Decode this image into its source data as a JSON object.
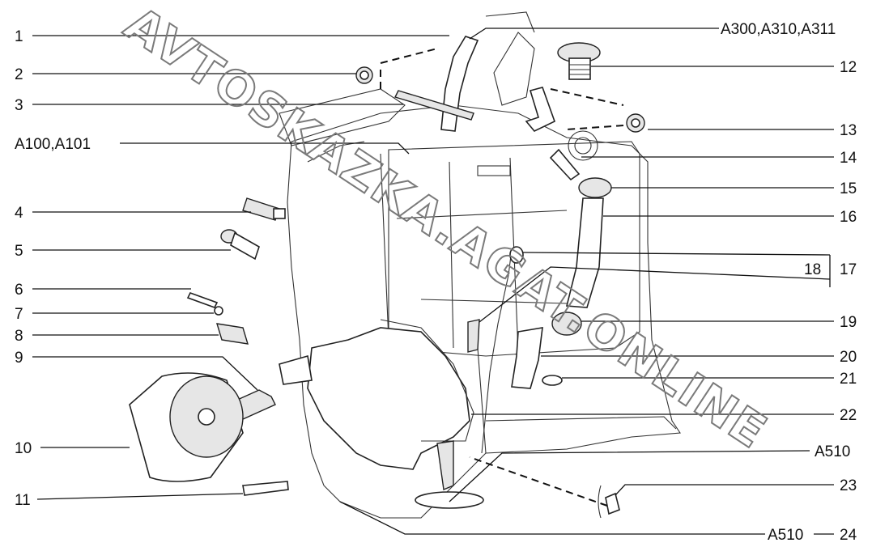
{
  "callouts": {
    "c1": "1",
    "c2": "2",
    "c3": "3",
    "c_a100": "A100,A101",
    "c4": "4",
    "c5": "5",
    "c6": "6",
    "c7": "7",
    "c8": "8",
    "c9": "9",
    "c10": "10",
    "c11": "11",
    "c_a300": "A300,A310,A311",
    "c12": "12",
    "c13": "13",
    "c14": "14",
    "c15": "15",
    "c16": "16",
    "c17": "17",
    "c18": "18",
    "c19": "19",
    "c20": "20",
    "c21": "21",
    "c22": "22",
    "c_a510_a": "A510",
    "c23": "23",
    "c_a510_b": "A510",
    "c24": "24"
  },
  "watermark": "AVTOSKAZKA.AGAT.ONLINE"
}
